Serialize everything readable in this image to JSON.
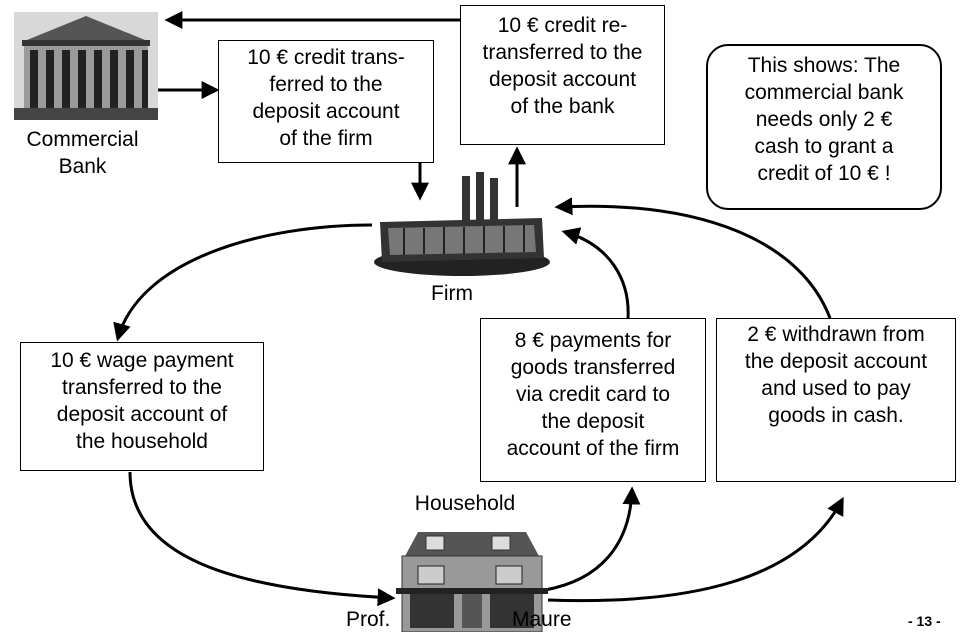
{
  "labels": {
    "bank": "Commercial\nBank",
    "firm": "Firm",
    "household": "Household",
    "footer_left": "Prof.",
    "footer_right": "Maure",
    "page_number": "- 13 -"
  },
  "boxes": {
    "credit_transferred": "10 € credit trans-\nferred to the\ndeposit account\nof the firm",
    "credit_retransferred": "10 € credit re-\ntransferred to the\ndeposit account\nof the bank",
    "note": "This shows: The\ncommercial bank\nneeds only 2 €\ncash to grant a\ncredit of 10 € !",
    "wage_payment": "10 € wage payment\ntransferred to the\ndeposit account of\nthe household",
    "card_payments": "8 € payments for\ngoods transferred\nvia credit card to\nthe deposit\naccount of the firm",
    "cash_withdrawn": "2 € withdrawn from\nthe deposit account\nand used to pay\ngoods in cash."
  }
}
